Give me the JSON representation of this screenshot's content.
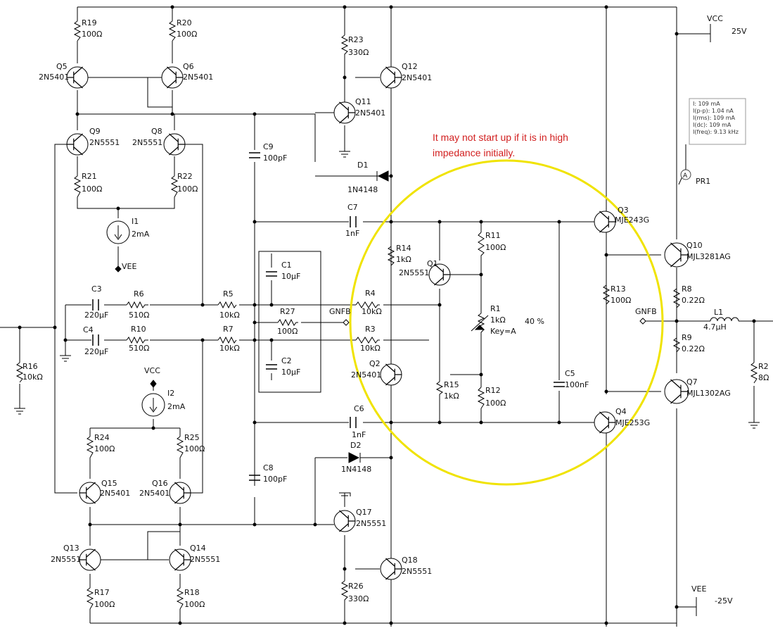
{
  "annotation": {
    "note_line1": "It may not start up if it is in high",
    "note_line2": "impedance initially.",
    "highlight_color": "#f0e300",
    "note_color": "#d22020"
  },
  "probe": {
    "label": "PR1",
    "marker": "A",
    "readings": [
      "I: 109 mA",
      "I(p-p): 1.04 nA",
      "I(rms): 109 mA",
      "I(dc): 109 mA",
      "I(freq): 9.13 kHz"
    ]
  },
  "supplies": {
    "vcc_label": "VCC",
    "vcc_value": "25V",
    "vee_label": "VEE",
    "vee_value": "-25V",
    "vcc_small": "VCC",
    "vee_small": "VEE"
  },
  "nets": {
    "gnfb1": "GNFB",
    "gnfb2": "GNFB"
  },
  "components": [
    {
      "ref": "R19",
      "value": "100Ω"
    },
    {
      "ref": "R20",
      "value": "100Ω"
    },
    {
      "ref": "Q5",
      "value": "2N5401"
    },
    {
      "ref": "Q6",
      "value": "2N5401"
    },
    {
      "ref": "Q9",
      "value": "2N5551"
    },
    {
      "ref": "Q8",
      "value": "2N5551"
    },
    {
      "ref": "R21",
      "value": "100Ω"
    },
    {
      "ref": "R22",
      "value": "100Ω"
    },
    {
      "ref": "I1",
      "value": "2mA"
    },
    {
      "ref": "R23",
      "value": "330Ω"
    },
    {
      "ref": "Q12",
      "value": "2N5401"
    },
    {
      "ref": "Q11",
      "value": "2N5401"
    },
    {
      "ref": "C9",
      "value": "100pF"
    },
    {
      "ref": "D1",
      "value": "1N4148"
    },
    {
      "ref": "C7",
      "value": "1nF"
    },
    {
      "ref": "R14",
      "value": "1kΩ"
    },
    {
      "ref": "R11",
      "value": "100Ω"
    },
    {
      "ref": "Q1",
      "value": "2N5551"
    },
    {
      "ref": "Q3",
      "value": "MJE243G"
    },
    {
      "ref": "Q10",
      "value": "MJL3281AG"
    },
    {
      "ref": "C1",
      "value": "10µF"
    },
    {
      "ref": "C3",
      "value": "220µF"
    },
    {
      "ref": "R6",
      "value": "510Ω"
    },
    {
      "ref": "R5",
      "value": "10kΩ"
    },
    {
      "ref": "R4",
      "value": "10kΩ"
    },
    {
      "ref": "R27",
      "value": "100Ω"
    },
    {
      "ref": "R1",
      "value": "1kΩ"
    },
    {
      "ref": "R13",
      "value": "100Ω"
    },
    {
      "ref": "R8",
      "value": "0.22Ω"
    },
    {
      "ref": "L1",
      "value": "4.7µH"
    },
    {
      "ref": "C4",
      "value": "220µF"
    },
    {
      "ref": "R10",
      "value": "510Ω"
    },
    {
      "ref": "R7",
      "value": "10kΩ"
    },
    {
      "ref": "R3",
      "value": "10kΩ"
    },
    {
      "ref": "R9",
      "value": "0.22Ω"
    },
    {
      "ref": "R16",
      "value": "10kΩ"
    },
    {
      "ref": "C2",
      "value": "10µF"
    },
    {
      "ref": "Q2",
      "value": "2N5401"
    },
    {
      "ref": "R2",
      "value": "8Ω"
    },
    {
      "ref": "I2",
      "value": "2mA"
    },
    {
      "ref": "C5",
      "value": "100nF"
    },
    {
      "ref": "R15",
      "value": "1kΩ"
    },
    {
      "ref": "R12",
      "value": "100Ω"
    },
    {
      "ref": "Q7",
      "value": "MJL1302AG"
    },
    {
      "ref": "C6",
      "value": "1nF"
    },
    {
      "ref": "Q4",
      "value": "MJE253G"
    },
    {
      "ref": "R24",
      "value": "100Ω"
    },
    {
      "ref": "R25",
      "value": "100Ω"
    },
    {
      "ref": "D2",
      "value": "1N4148"
    },
    {
      "ref": "C8",
      "value": "100pF"
    },
    {
      "ref": "Q15",
      "value": "2N5401"
    },
    {
      "ref": "Q16",
      "value": "2N5401"
    },
    {
      "ref": "Q17",
      "value": "2N5551"
    },
    {
      "ref": "Q13",
      "value": "2N5551"
    },
    {
      "ref": "Q14",
      "value": "2N5551"
    },
    {
      "ref": "Q18",
      "value": "2N5551"
    },
    {
      "ref": "R17",
      "value": "100Ω"
    },
    {
      "ref": "R18",
      "value": "100Ω"
    },
    {
      "ref": "R26",
      "value": "330Ω"
    }
  ],
  "pot": {
    "setting": "40 %",
    "key": "Key=A"
  }
}
